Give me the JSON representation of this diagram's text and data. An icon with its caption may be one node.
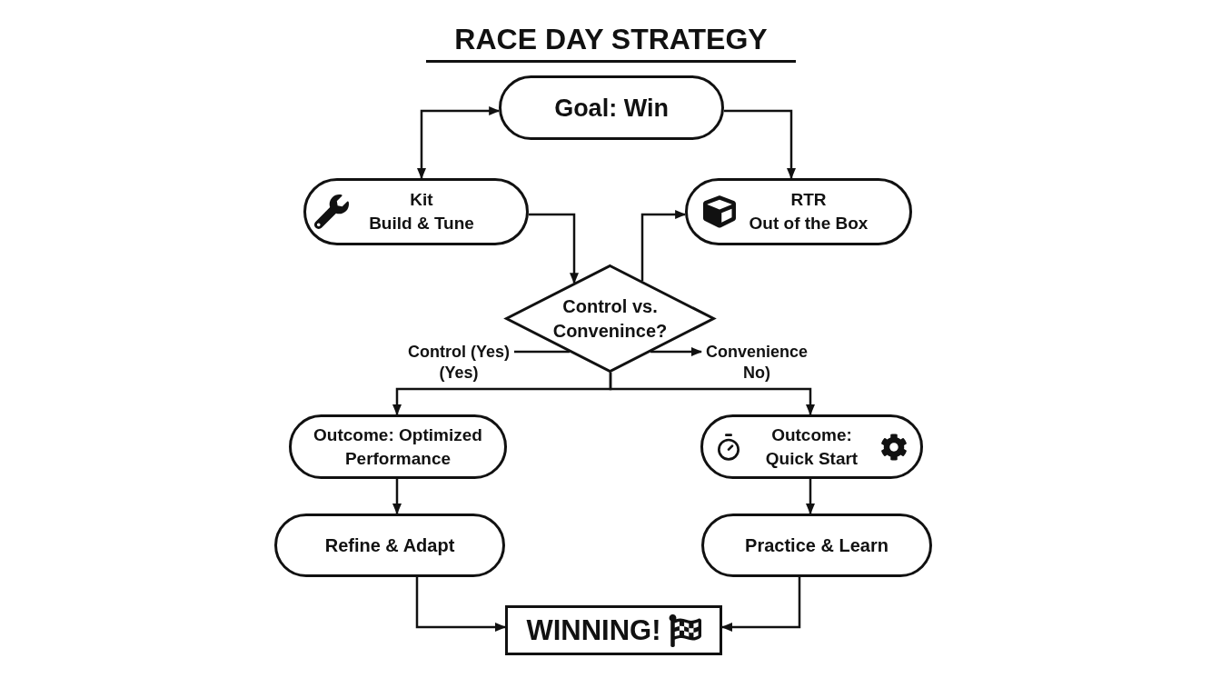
{
  "diagram": {
    "title": "RACE DAY STRATEGY",
    "nodes": [
      {
        "text": [
          "Goal: Win"
        ]
      },
      {
        "text": [
          "Kit",
          "Build & Tune"
        ]
      },
      {
        "text": [
          "RTR",
          "Out of the Box"
        ]
      },
      {
        "text": [
          "Control vs. Convenince?"
        ]
      },
      {
        "text": [
          "Control (Yes) (Yes)"
        ]
      },
      {
        "text": [
          "Convenience No)"
        ]
      },
      {
        "text": [
          "Outcome: Optimized Performance"
        ]
      },
      {
        "text": [
          "Outcome: Quick Start"
        ]
      },
      {
        "text": [
          "Refine & Adapt"
        ]
      },
      {
        "text": [
          "Practice & Learn"
        ]
      },
      {
        "text": [
          "WINNING!"
        ]
      }
    ],
    "edges": [
      {
        "from": 0,
        "to": 1,
        "arrow": "both"
      },
      {
        "from": 0,
        "to": 2,
        "arrow": "to"
      },
      {
        "from": 1,
        "to": 3,
        "arrow": "to"
      },
      {
        "from": 3,
        "to": 2,
        "arrow": "to"
      },
      {
        "from": 3,
        "to": 4,
        "arrow": "none"
      },
      {
        "from": 3,
        "to": 5,
        "arrow": "to"
      },
      {
        "from": 3,
        "to": 6,
        "arrow": "to"
      },
      {
        "from": 3,
        "to": 7,
        "arrow": "to"
      },
      {
        "from": 6,
        "to": 8,
        "arrow": "to"
      },
      {
        "from": 7,
        "to": 9,
        "arrow": "to"
      },
      {
        "from": 8,
        "to": 10,
        "arrow": "to"
      },
      {
        "from": 9,
        "to": 10,
        "arrow": "to"
      }
    ]
  }
}
